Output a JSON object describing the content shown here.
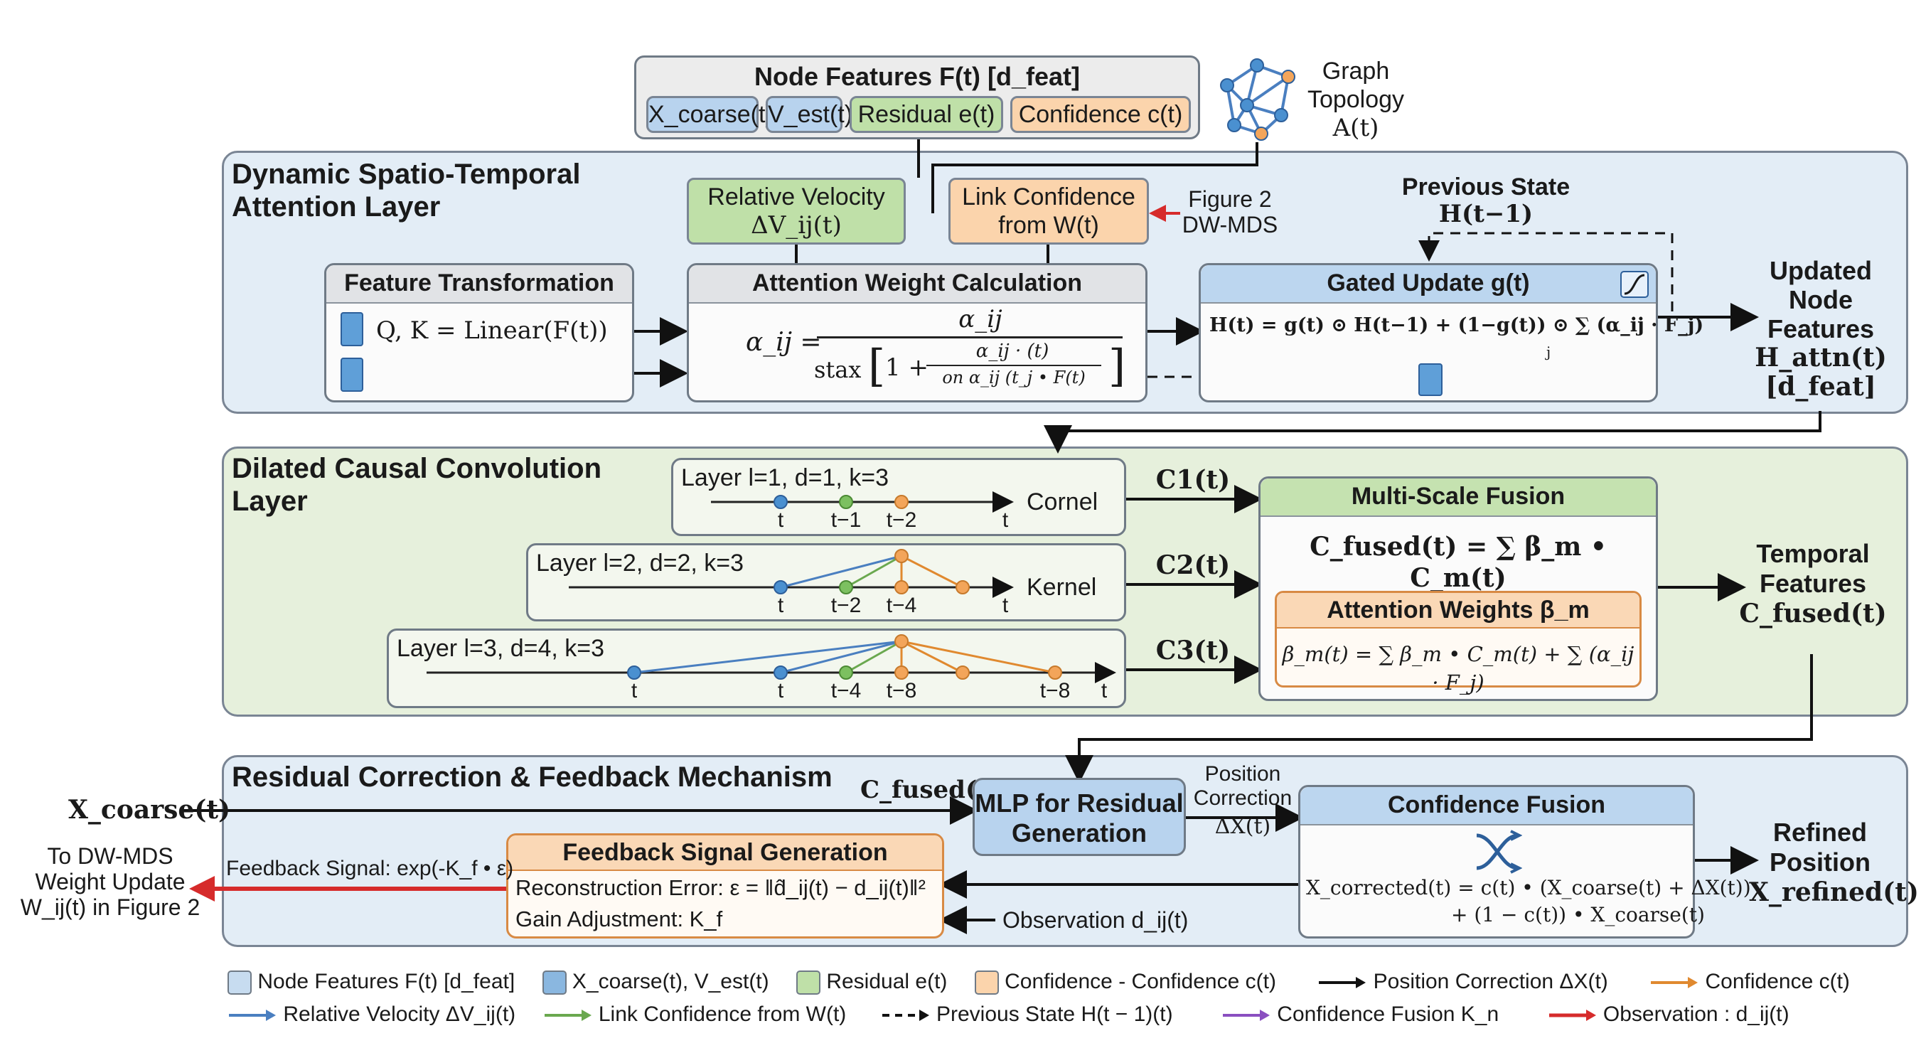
{
  "node_features": {
    "title": "Node Features F(t) [d_feat]",
    "x_coarse": "X_coarse(t)",
    "v_est": "V_est(t)",
    "residual": "Residual e(t)",
    "confidence": "Confidence c(t)"
  },
  "graph_topology": {
    "line1": "Graph",
    "line2": "Topology",
    "line3": "A(t)"
  },
  "attention_layer": {
    "title_line1": "Dynamic Spatio-Temporal",
    "title_line2": "Attention Layer",
    "relative_velocity": {
      "line1": "Relative Velocity",
      "line2": "ΔV_ij(t)"
    },
    "link_confidence": {
      "line1": "Link Confidence",
      "line2": "from W(t)"
    },
    "figure_ref": {
      "line1": "Figure 2",
      "line2": "DW-MDS"
    },
    "previous_state": {
      "line1": "Previous State",
      "line2": "H(t−1)"
    },
    "feature_transformation": {
      "title": "Feature Transformation",
      "formula": "Q, K = Linear(F(t))"
    },
    "attention_weight": {
      "title": "Attention Weight Calculation",
      "lhs": "α_ij =",
      "numerator": "α_ij",
      "denominator_prefix": "stax",
      "denominator_one": "1 +",
      "inner_numerator": "α_ij · (t)",
      "inner_denominator": "on α_ij (t_j • F(t)"
    },
    "gated_update": {
      "title": "Gated Update g(t)",
      "formula": "H(t) = g(t) ⊙ H(t−1) + (1−g(t)) ⊙ ∑ (α_ij · F_j)",
      "sum_index": "j"
    },
    "output": {
      "line1": "Updated",
      "line2": "Node",
      "line3": "Features",
      "line4": "H_attn(t)",
      "line5": "[d_feat]"
    }
  },
  "convolution_layer": {
    "title_line1": "Dilated Causal Convolution",
    "title_line2": "Layer",
    "layer1": {
      "label": "Layer l=1, d=1, k=3",
      "kernel": "Cornel",
      "ticks": [
        "t",
        "t−1",
        "t−2",
        "t"
      ],
      "out": "C1(t)"
    },
    "layer2": {
      "label": "Layer l=2, d=2, k=3",
      "kernel": "Kernel",
      "ticks": [
        "t",
        "t−2",
        "t−4",
        "t"
      ],
      "out": "C2(t)"
    },
    "layer3": {
      "label": "Layer l=3, d=4, k=3",
      "ticks": [
        "t",
        "t",
        "t−4",
        "t−8",
        "t−8",
        "t"
      ],
      "out": "C3(t)"
    },
    "fusion": {
      "title": "Multi-Scale Fusion",
      "formula": "C_fused(t) = ∑ β_m • C_m(t)"
    },
    "attention_weights": {
      "title": "Attention Weights β_m",
      "formula": "β_m(t) = ∑ β_m • C_m(t) + ∑ (α_ij · F_j)"
    },
    "output": {
      "line1": "Temporal",
      "line2": "Features",
      "line3": "C_fused(t)"
    }
  },
  "residual_layer": {
    "title": "Residual Correction & Feedback Mechanism",
    "x_coarse_in": "X_coarse(t)",
    "c_fused_in": "C_fused(t)",
    "mlp": {
      "line1": "MLP for Residual",
      "line2": "Generation"
    },
    "position_correction": {
      "line1": "Position",
      "line2": "Correction",
      "line3": "ΔX(t)"
    },
    "confidence_fusion": {
      "title": "Confidence Fusion",
      "formula_line1": "X_corrected(t) = c(t) • (X_coarse(t) + ΔX(t))",
      "formula_line2": "+ (1 − c(t)) • X_coarse(t)"
    },
    "feedback": {
      "title": "Feedback Signal Generation",
      "recon": "Reconstruction Error: ε = ‖d̂_ij(t) − d_ij(t)‖²",
      "gain": "Gain Adjustment: K_f"
    },
    "feedback_signal": "Feedback Signal: exp(-K_f • ε)",
    "observation": "Observation d_ij(t)",
    "to_dwmds": {
      "line1": "To DW-MDS",
      "line2": "Weight Update",
      "line3": "W_ij(t) in Figure 2"
    },
    "output": {
      "line1": "Refined",
      "line2": "Position",
      "line3": "X_refined(t)"
    }
  },
  "legend": {
    "row1": [
      "Node Features F(t) [d_feat]",
      "X_coarse(t), V_est(t)",
      "Residual e(t)",
      "Confidence - Confidence c(t)",
      "Position Correction ΔX(t)",
      "Confidence c(t)"
    ],
    "row2": [
      "Relative Velocity ΔV_ij(t)",
      "Link Confidence from W(t)",
      "Previous State H(t − 1)(t)",
      "Confidence Fusion K_n",
      "Observation : d_ij(t)"
    ]
  },
  "colors": {
    "blue_fill": "#b8d3ee",
    "green_fill": "#bfe0a8",
    "orange_fill": "#fbd4ac",
    "node_blue": "#4a90d0",
    "node_green": "#7cc060",
    "node_orange": "#f3a55a",
    "arrow_red": "#d62b2b",
    "arrow_purple": "#8a4fc0",
    "arrow_black": "#111111"
  }
}
